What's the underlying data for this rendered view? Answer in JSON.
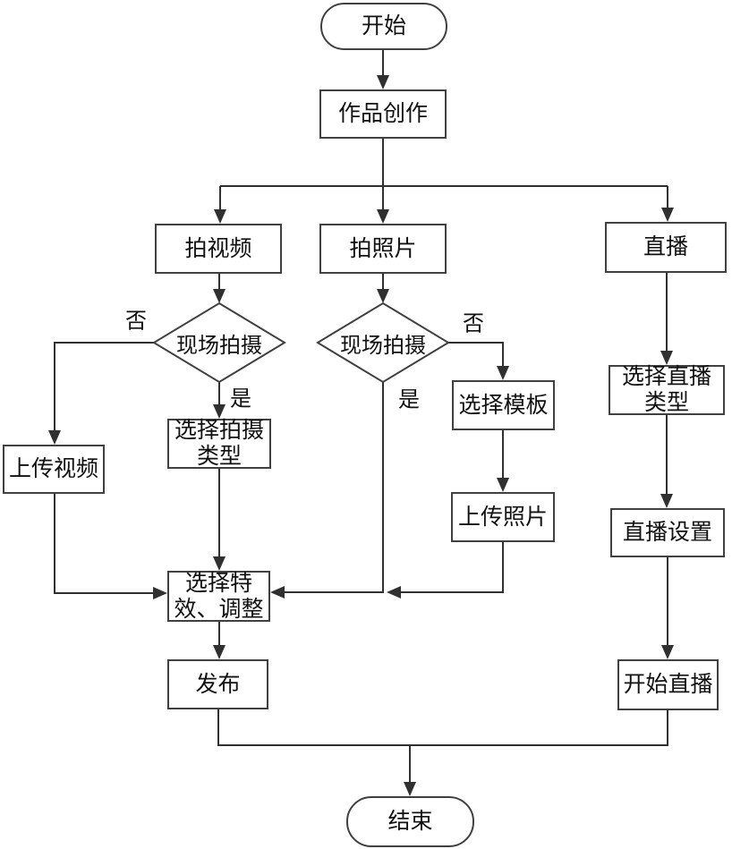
{
  "flowchart": {
    "nodes": {
      "start": "开始",
      "work_creation": "作品创作",
      "shoot_video": "拍视频",
      "take_photo": "拍照片",
      "live": "直播",
      "onsite_shooting_video": "现场拍摄",
      "onsite_shooting_photo": "现场拍摄",
      "upload_video": "上传视频",
      "select_shooting_type": "选择拍摄\n类型",
      "select_template": "选择模板",
      "upload_photo": "上传照片",
      "select_live_type": "选择直播\n类型",
      "live_settings": "直播设置",
      "select_effects_adjust": "选择特\n效、调整",
      "publish": "发布",
      "start_live": "开始直播",
      "end": "结束"
    },
    "edge_labels": {
      "video_onsite_no": "否",
      "video_onsite_yes": "是",
      "photo_onsite_no": "否",
      "photo_onsite_yes": "是"
    },
    "colors": {
      "line": "#303030",
      "border": "#404040",
      "text": "#111111",
      "fill": "#ffffff"
    }
  }
}
